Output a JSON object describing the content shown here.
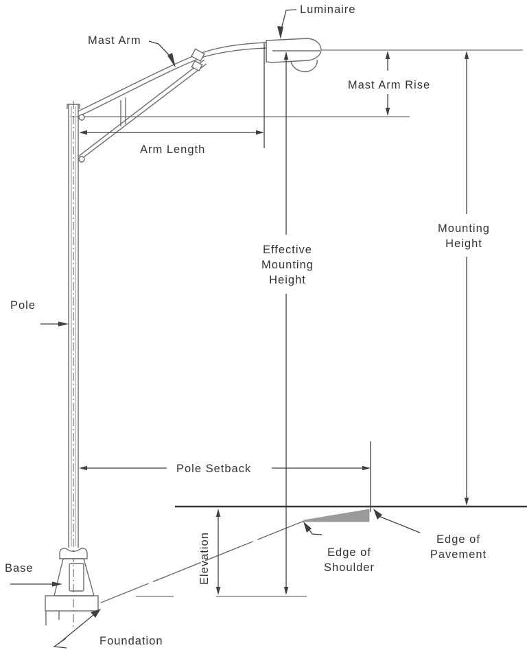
{
  "figure": {
    "type": "engineering-diagram",
    "subject": "Roadway lighting pole geometry definitions (elevation view)"
  },
  "colors": {
    "background": "#ffffff",
    "text": "#333333",
    "line": "#8a8a8a",
    "struct_line": "#6b6b6b",
    "dark_line": "#3f3f3f",
    "road_line": "#383838",
    "pavement_fill": "#9b9b9b",
    "center_line": "#555555"
  },
  "labels": {
    "luminaire": "Luminaire",
    "mast_arm": "Mast Arm",
    "mast_arm_rise": "Mast Arm Rise",
    "arm_length": "Arm Length",
    "effective_mounting_height": {
      "line1": "Effective",
      "line2": "Mounting",
      "line3": "Height"
    },
    "mounting_height": {
      "line1": "Mounting",
      "line2": "Height"
    },
    "pole": "Pole",
    "pole_setback": "Pole Setback",
    "elevation": "Elevation",
    "edge_of_shoulder": {
      "line1": "Edge of",
      "line2": "Shoulder"
    },
    "edge_of_pavement": {
      "line1": "Edge of",
      "line2": "Pavement"
    },
    "base": "Base",
    "foundation": "Foundation"
  }
}
